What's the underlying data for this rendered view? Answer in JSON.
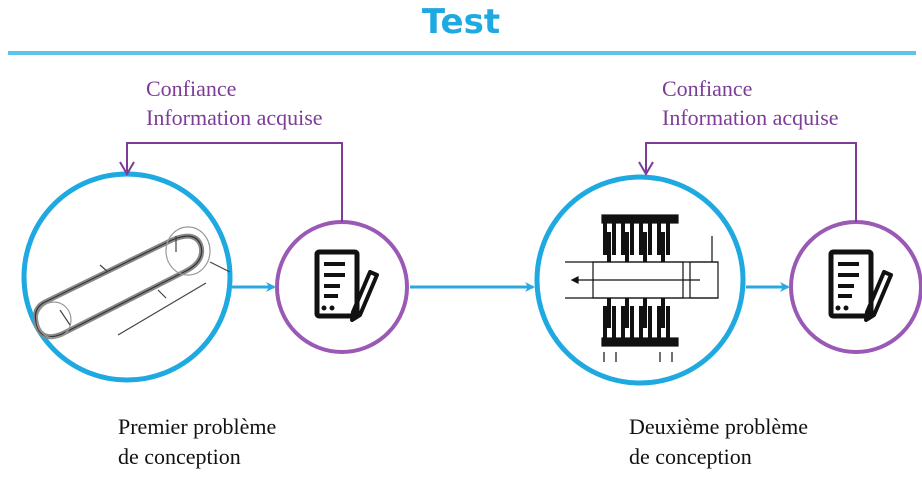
{
  "title": "Test",
  "colors": {
    "accent_blue": "#1fa9e1",
    "feedback_purple": "#7d3c98",
    "arrow_blue": "#2aa8e0"
  },
  "stages": [
    {
      "feedback": {
        "line1": "Confiance",
        "line2": "Information acquise"
      },
      "caption": {
        "line1": "Premier problème",
        "line2": "de conception"
      },
      "problem_image": "belt-drive-sketch",
      "test_icon": "document-pen-icon"
    },
    {
      "feedback": {
        "line1": "Confiance",
        "line2": "Information acquise"
      },
      "caption": {
        "line1": "Deuxième problème",
        "line2": "de conception"
      },
      "problem_image": "comb-structure-sketch",
      "test_icon": "document-pen-icon"
    }
  ]
}
